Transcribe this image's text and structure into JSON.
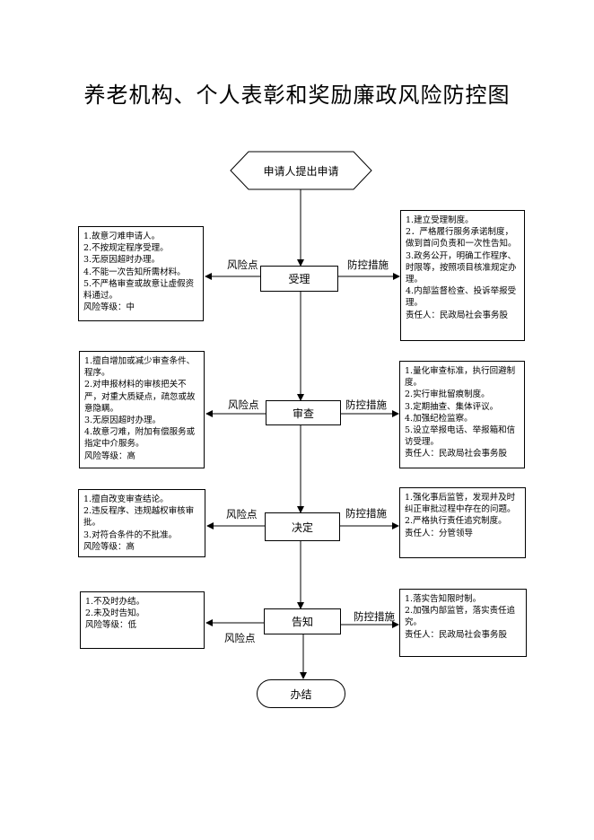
{
  "title": "养老机构、个人表彰和奖励廉政风险防控图",
  "start": "申请人提出申请",
  "end": "办结",
  "edge_labels": {
    "risk": "风险点",
    "control": "防控措施"
  },
  "steps": [
    {
      "name": "受理",
      "risk": [
        "1.故意刁难申请人。",
        "2.不按规定程序受理。",
        "3.无原因超时办理。",
        "4.不能一次告知所需材料。",
        "5.不严格审查或故意让虚假资料通过。",
        "风险等级：中"
      ],
      "control": [
        "1.建立受理制度。",
        "2．严格履行服务承诺制度，做到首问负责和一次性告知。",
        "3.政务公开，明确工作程序、时限等，按照项目核准规定办理。",
        "4.内部监督检查、投诉举报受理。",
        "责任人：民政局社会事务股"
      ]
    },
    {
      "name": "审查",
      "risk": [
        "1.擅自增加或减少审查条件、程序。",
        "2.对申报材料的审核把关不严，对重大质疑点，疏忽或故意隐瞒。",
        "3.无原因超时办理。",
        "4.故意刁难，附加有偿服务或指定中介服务。",
        "风险等级：高"
      ],
      "control": [
        "1.量化审查标准，执行回避制度。",
        "2.实行审批留痕制度。",
        "3.定期抽查、集体评议。",
        "4.加强纪检监察。",
        "5.设立举报电话、举报箱和信访受理。",
        "责任人：民政局社会事务股"
      ]
    },
    {
      "name": "决定",
      "risk": [
        "1.擅自改变审查结论。",
        "2.违反程序、违规越权审核审批。",
        "3.对符合条件的不批准。",
        "风险等级：高"
      ],
      "control": [
        "1.强化事后监管，发现并及时纠正审批过程中存在的问题。",
        "2.严格执行责任追究制度。",
        "责任人：分管领导"
      ]
    },
    {
      "name": "告知",
      "risk": [
        "1.不及时办结。",
        "2.未及时告知。",
        "风险等级：低"
      ],
      "control": [
        "1.落实告知限时制。",
        "2.加强内部监管，落实责任追究。",
        "责任人：民政局社会事务股"
      ]
    }
  ]
}
